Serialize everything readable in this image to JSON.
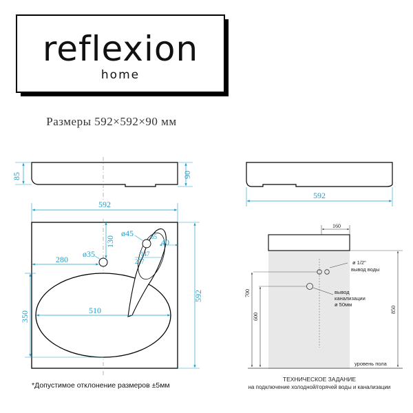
{
  "logo": {
    "main": "reflexion",
    "sub": "home"
  },
  "title": "Размеры 592×592×90 мм",
  "note": "*Допустимое отклонение размеров ±5мм",
  "front_view": {
    "height_left": "85",
    "height_right": "90"
  },
  "top_view": {
    "width": "592",
    "depth": "592",
    "drain_diameter": "ø35",
    "tap_diameter": "ø45",
    "drain_offset": "280",
    "bowl_width": "510",
    "bowl_depth": "350",
    "dim_130": "130",
    "dim_65": "65",
    "dim_40": "40",
    "dim_147": "147",
    "dim_277": "277"
  },
  "side_view": {
    "width": "592"
  },
  "spec": {
    "dim_160": "160",
    "water_label_1": "ø 1/2\"",
    "water_label_2": "вывод воды",
    "drain_label_1": "вывод",
    "drain_label_2": "канализации",
    "drain_label_3": "ø 50мм",
    "h_700": "700",
    "h_600": "600",
    "h_850": "850",
    "floor_label": "уровень пола",
    "title": "ТЕХНИЧЕСКОЕ ЗАДАНИЕ",
    "subtitle": "на подключение холодной/горячей воды и канализации"
  },
  "colors": {
    "dimension": "#1e9fc7",
    "outline": "#000000",
    "wall": "#e8e8e8"
  }
}
